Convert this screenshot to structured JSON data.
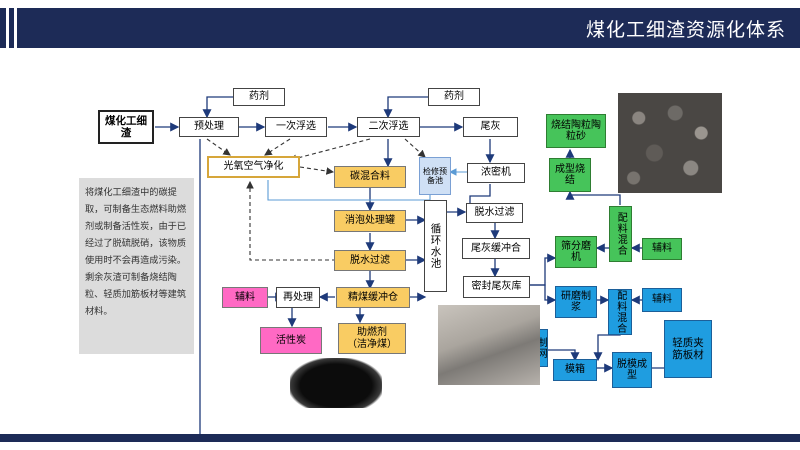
{
  "header": {
    "title": "煤化工细渣资源化体系"
  },
  "note": {
    "text": "将煤化工细渣中的碳提取，可制备生态燃料助燃剂或制备活性炭，由于已经过了脱硫脱硝，该物质使用时不会再造成污染。剩余灰渣可制备烧结陶粒、轻质加筋板材等建筑材料。"
  },
  "nodes": {
    "source": "煤化工细渣",
    "agent1": "药剂",
    "agent2": "药剂",
    "pre": "预处理",
    "flot1": "一次浮选",
    "flot2": "二次浮选",
    "tail": "尾灰",
    "thick": "浓密机",
    "air": "光氧空气净化",
    "carbon_mix": "碳混合料",
    "repair": "检修预备池",
    "defoam": "消泡处理罐",
    "cycle": "循环水池",
    "filter1": "脱水过滤",
    "filter2": "脱水过滤",
    "buffer": "尾灰缓冲合",
    "sealed": "密封尾灰库",
    "fine_buffer": "精煤缓冲仓",
    "reprocess": "再处理",
    "aux1": "辅料",
    "aux2": "辅料",
    "aux3": "辅料",
    "activated": "活性炭",
    "fuel_a": "助燃剂",
    "fuel_b": "（洁净煤）",
    "ceramsite": "烧结陶粒陶粒砂",
    "form_sinter": "成型烧结",
    "screen_mill": "筛分磨机",
    "mix1": "配料混合",
    "grind": "研磨制浆",
    "mix2": "配料混合",
    "mesh": "制网",
    "mold": "模箱",
    "demold": "脱模成型",
    "board": "轻质夹筋板材"
  },
  "colors": {
    "header": "#1d2b57",
    "yellow": "#f9cc63",
    "pink": "#ff69c4",
    "green": "#46c45a",
    "blue": "#1f9de0"
  }
}
